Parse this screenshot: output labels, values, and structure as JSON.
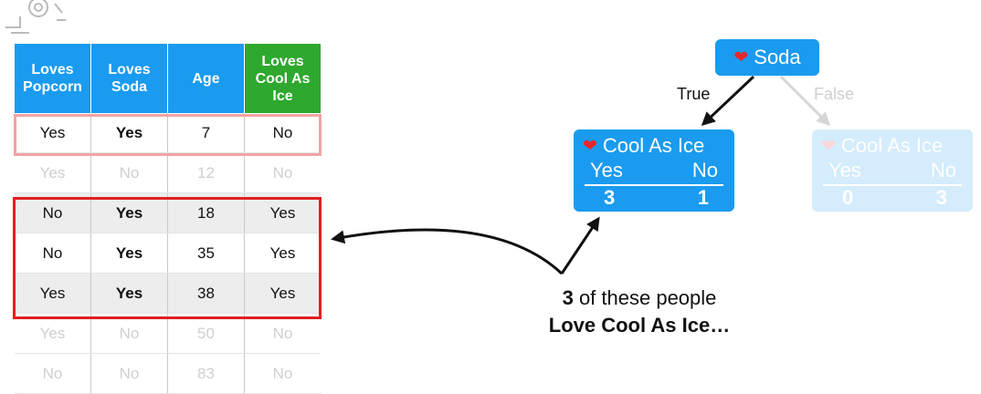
{
  "table": {
    "headers": [
      "Loves Popcorn",
      "Loves Soda",
      "Age",
      "Loves Cool As Ice"
    ],
    "rows": [
      {
        "cells": [
          "Yes",
          "Yes",
          "7",
          "No"
        ],
        "state": "highlight-pink"
      },
      {
        "cells": [
          "Yes",
          "No",
          "12",
          "No"
        ],
        "state": "faded"
      },
      {
        "cells": [
          "No",
          "Yes",
          "18",
          "Yes"
        ],
        "state": "highlight-red"
      },
      {
        "cells": [
          "No",
          "Yes",
          "35",
          "Yes"
        ],
        "state": "highlight-red"
      },
      {
        "cells": [
          "Yes",
          "Yes",
          "38",
          "Yes"
        ],
        "state": "highlight-red"
      },
      {
        "cells": [
          "Yes",
          "No",
          "50",
          "No"
        ],
        "state": "faded"
      },
      {
        "cells": [
          "No",
          "No",
          "83",
          "No"
        ],
        "state": "faded"
      }
    ]
  },
  "tree": {
    "root": {
      "label": "Soda",
      "icon": "heart-icon"
    },
    "edge_true": "True",
    "edge_false": "False",
    "left_leaf": {
      "title": "Cool As Ice",
      "icon": "heart-icon",
      "yes_label": "Yes",
      "no_label": "No",
      "yes_count": "3",
      "no_count": "1"
    },
    "right_leaf": {
      "title": "Cool As Ice",
      "icon": "heart-icon",
      "yes_label": "Yes",
      "no_label": "No",
      "yes_count": "0",
      "no_count": "3"
    }
  },
  "caption": {
    "line1_number": "3",
    "line1_rest": " of these people",
    "line2": "Love Cool As Ice…"
  },
  "colors": {
    "node_blue": "#1a9bf0",
    "header_green": "#2ea82e",
    "highlight_red": "#e02020",
    "highlight_pink": "#f2a3a3"
  }
}
